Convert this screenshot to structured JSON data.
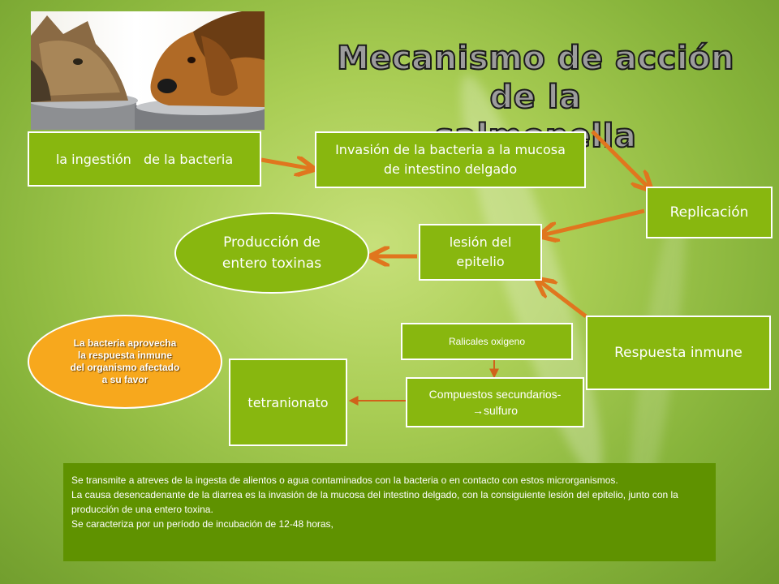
{
  "title": {
    "line1": "Mecanismo de acción de la",
    "line2": "salmonella"
  },
  "nodes": {
    "ingestion": "la ingestión   de la bacteria",
    "invasion": "Invasión de la bacteria a la mucosa de intestino delgado",
    "replicacion": "Replicación",
    "lesion": "lesión del epitelio",
    "produccion": "Producción de entero toxinas",
    "respuesta": "Respuesta inmune",
    "radicales": "Ralicales oxigeno",
    "compuestos": "Compuestos secundarios-",
    "compuestos_sub": "sulfuro",
    "tetranionato": "tetranionato",
    "aprovecha": "La bacteria aprovecha la respuesta inmune del organismo afectado a su favor"
  },
  "footer": {
    "p1": "Se transmite a atreves de la ingesta de alientos o agua contaminados con la bacteria o en contacto con estos microrganismos.",
    "p2": "La causa desencadenante de la diarrea es la invasión de la mucosa del intestino delgado, con la consiguiente lesión del epitelio, junto con la producción de una entero toxina.",
    "p3": "Se caracteriza por un período de incubación de 12-48 horas,"
  },
  "colors": {
    "node_green": "#88b70f",
    "arrow_orange": "#e0761e",
    "orange_ellipse": "#f7a81d",
    "footer_green": "#5f9200"
  }
}
